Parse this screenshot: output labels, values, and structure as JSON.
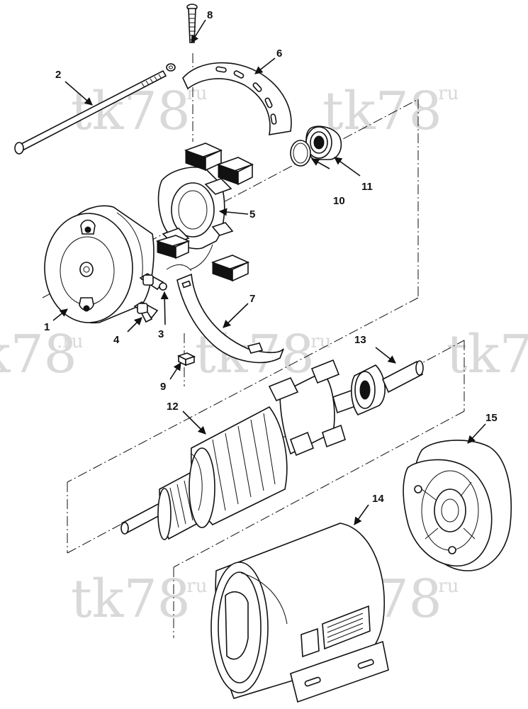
{
  "watermark": {
    "text": "tk78",
    "suffix": ".ru"
  },
  "callouts": {
    "c1": "1",
    "c2": "2",
    "c3": "3",
    "c4": "4",
    "c5": "5",
    "c6": "6",
    "c7": "7",
    "c8": "8",
    "c9": "9",
    "c10": "10",
    "c11": "11",
    "c12": "12",
    "c13": "13",
    "c14": "14",
    "c15": "15"
  },
  "colors": {
    "ink": "#111111",
    "watermark": "#d9d9d9",
    "background": "#ffffff"
  }
}
